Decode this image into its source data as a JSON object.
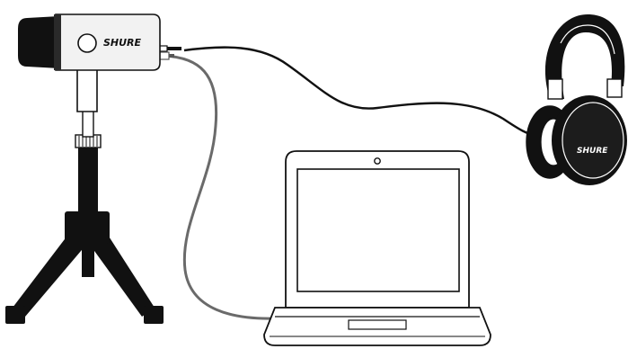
{
  "diagram": {
    "microphone": {
      "brand": "SHURE"
    },
    "headphones": {
      "brand": "SHURE"
    },
    "laptop": {},
    "cables": [
      "microphone-to-headphones",
      "microphone-to-laptop"
    ]
  },
  "colors": {
    "line": "#111111",
    "mic_grille": "#111111",
    "mic_body": "#f2f2f2",
    "usb_cable": "#666666",
    "headphone_cable": "#111111"
  }
}
